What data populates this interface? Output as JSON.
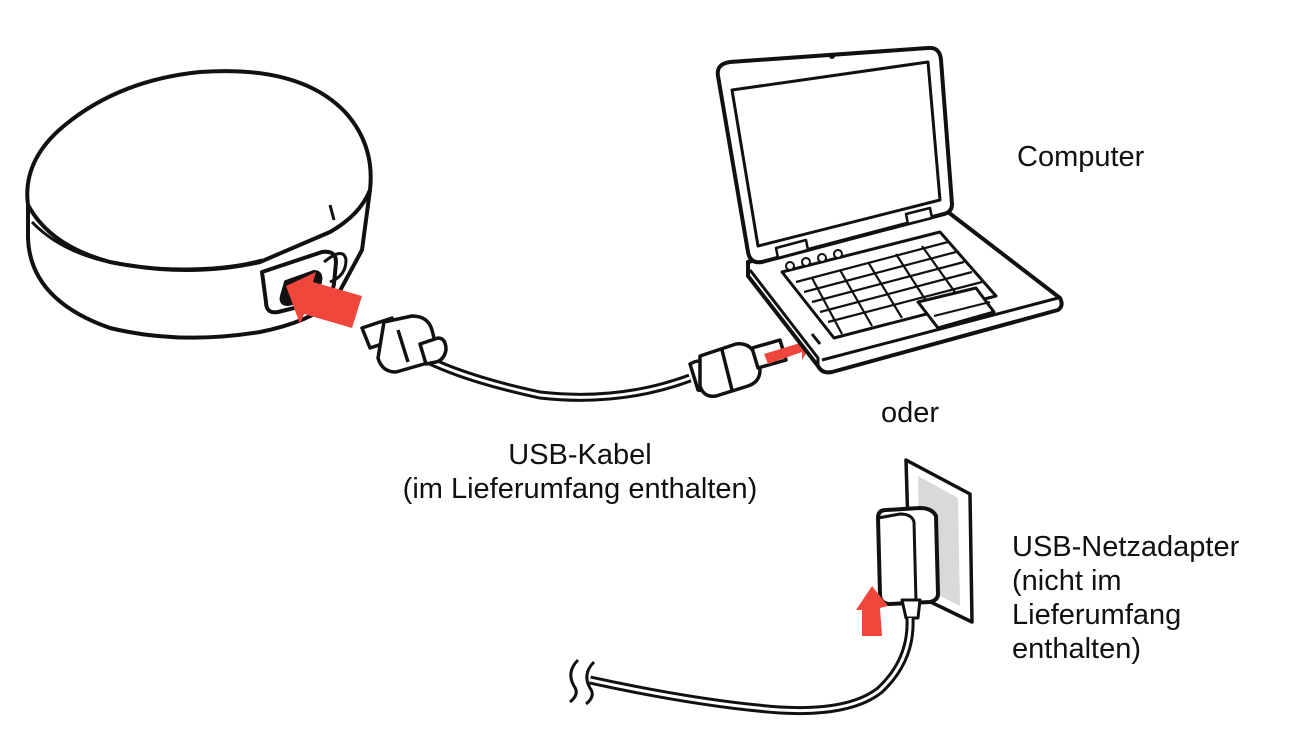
{
  "labels": {
    "computer": "Computer",
    "oder": "oder",
    "usb_cable_line1": "USB-Kabel",
    "usb_cable_line2": "(im Lieferumfang enthalten)",
    "adapter_line1": "USB-Netzadapter",
    "adapter_line2": "(nicht im",
    "adapter_line3": "Lieferumfang",
    "adapter_line4": "enthalten)"
  },
  "colors": {
    "line": "#111111",
    "arrow": "#f0463c",
    "fill": "#ffffff",
    "grey": "#d9d9d9"
  },
  "icons": [
    "charging-case-icon",
    "usb-c-cable-icon",
    "laptop-icon",
    "wall-socket-icon",
    "usb-power-adapter-icon",
    "insert-arrow-icon"
  ]
}
